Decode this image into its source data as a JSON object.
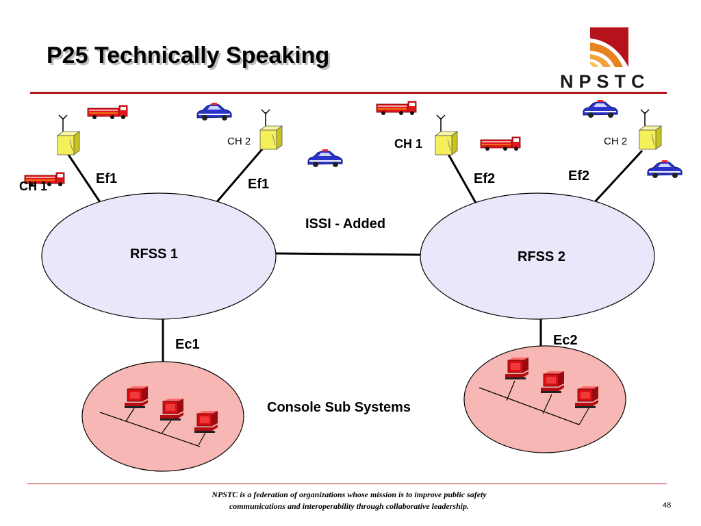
{
  "slide": {
    "title": "P25 Technically Speaking",
    "logo_text": "NPSTC",
    "footer_line1": "NPSTC is a federation of organizations whose mission is to improve public safety",
    "footer_line2": "communications and interoperability through collaborative leadership.",
    "page_number": "48"
  },
  "diagram": {
    "rfss1_label": "RFSS 1",
    "rfss2_label": "RFSS 2",
    "issi_label": "ISSI - Added",
    "ef1_left": "Ef1",
    "ef1_right": "Ef1",
    "ef2_left": "Ef2",
    "ef2_right": "Ef2",
    "ec1": "Ec1",
    "ec2": "Ec2",
    "ch1_left": "CH 1",
    "ch2_left": "CH 2",
    "ch1_right": "CH 1",
    "ch2_right": "CH 2",
    "console_label": "Console Sub Systems"
  },
  "colors": {
    "accent_red": "#b5121b",
    "rfss_fill": "#ece6fb",
    "console_fill": "#f7b7b4",
    "radio_yellow": "#f3f05a",
    "computer_red": "#d90d14",
    "police_blue": "#2a34c8",
    "fire_red": "#e0161c"
  }
}
